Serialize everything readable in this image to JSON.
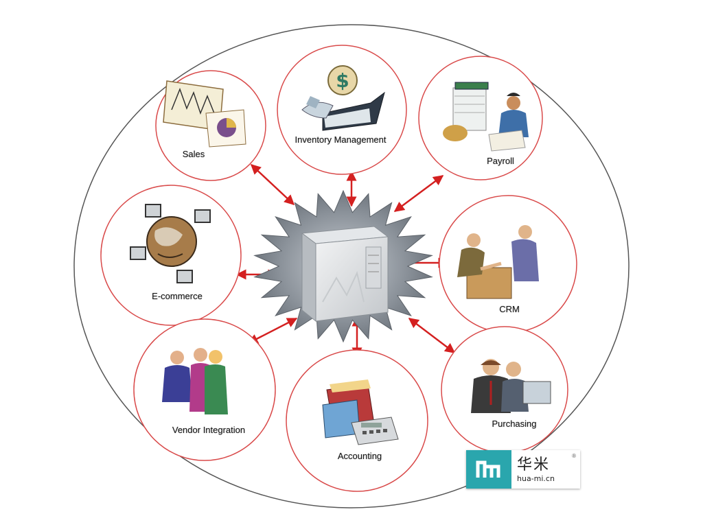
{
  "hub": {
    "icon": "server-tower-icon"
  },
  "modules": [
    {
      "id": "sales",
      "label": "Sales",
      "icon": "sales-chart-icon"
    },
    {
      "id": "inventory",
      "label": "Inventory Management",
      "icon": "dollar-laptop-icon"
    },
    {
      "id": "payroll",
      "label": "Payroll",
      "icon": "paperwork-worker-icon"
    },
    {
      "id": "ecommerce",
      "label": "E-commerce",
      "icon": "globe-computers-icon"
    },
    {
      "id": "crm",
      "label": "CRM",
      "icon": "handshake-icon"
    },
    {
      "id": "vendor",
      "label": "Vendor Integration",
      "icon": "business-people-icon"
    },
    {
      "id": "accounting",
      "label": "Accounting",
      "icon": "folders-calculator-icon"
    },
    {
      "id": "purchasing",
      "label": "Purchasing",
      "icon": "buyers-computer-icon"
    }
  ],
  "watermark": {
    "cn": "华米",
    "url": "hua-mi.cn",
    "mark": "®",
    "logo_icon": "huami-logo-icon"
  },
  "colors": {
    "ring": "#d94a4a",
    "arrow": "#d42020",
    "outline": "#555555",
    "hub_star": "#7f868e"
  }
}
